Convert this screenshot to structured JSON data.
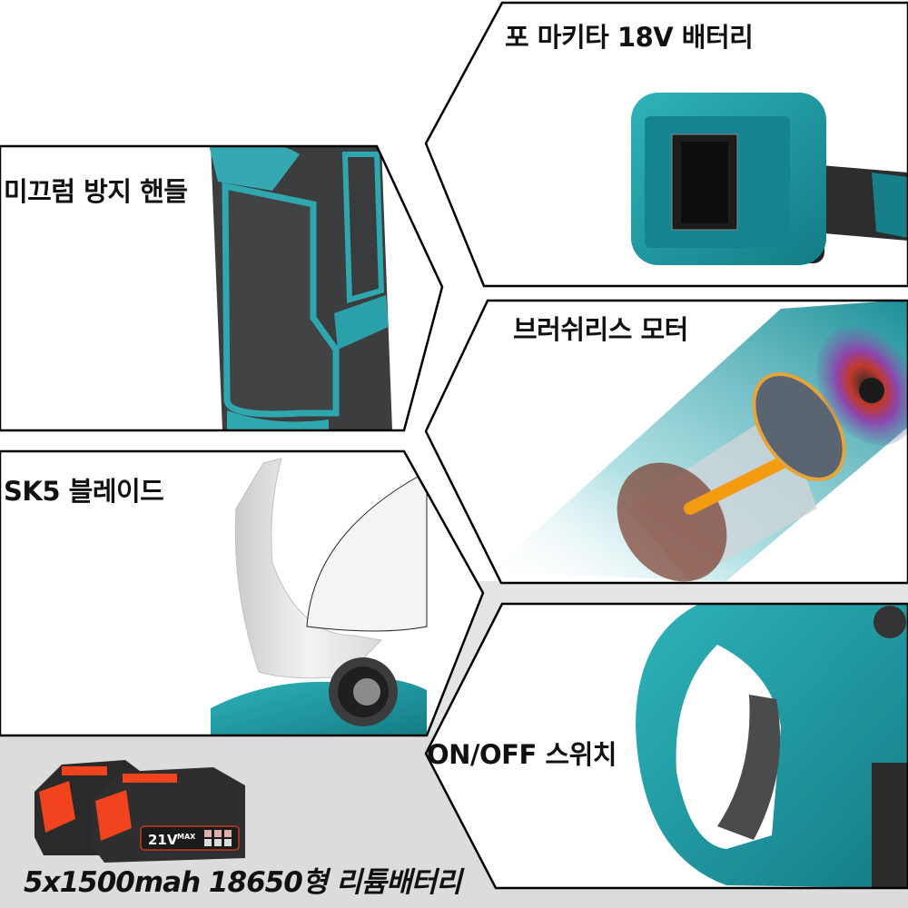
{
  "panels": [
    {
      "id": "battery-mount",
      "label": "포 마키타 18V 배터리"
    },
    {
      "id": "anti-slip-handle",
      "label": "미끄럼 방지 핸들"
    },
    {
      "id": "brushless-motor",
      "label": "브러쉬리스 모터"
    },
    {
      "id": "sk5-blade",
      "label": "SK5 블레이드"
    },
    {
      "id": "on-off-switch",
      "label": "ON/OFF 스위치"
    }
  ],
  "battery_pack": {
    "label": "5x1500mah 18650형 리튬배터리",
    "badge_voltage": "21V",
    "badge_max": "MAX",
    "count_shown": 2
  },
  "colors": {
    "accent_teal": "#1e9aa3",
    "teal_light": "#5ec3c8",
    "tool_dark": "#3a3b3d",
    "battery_orange": "#f0431e",
    "panel_border": "#000000",
    "bottom_bg": "#dcdcdc"
  }
}
